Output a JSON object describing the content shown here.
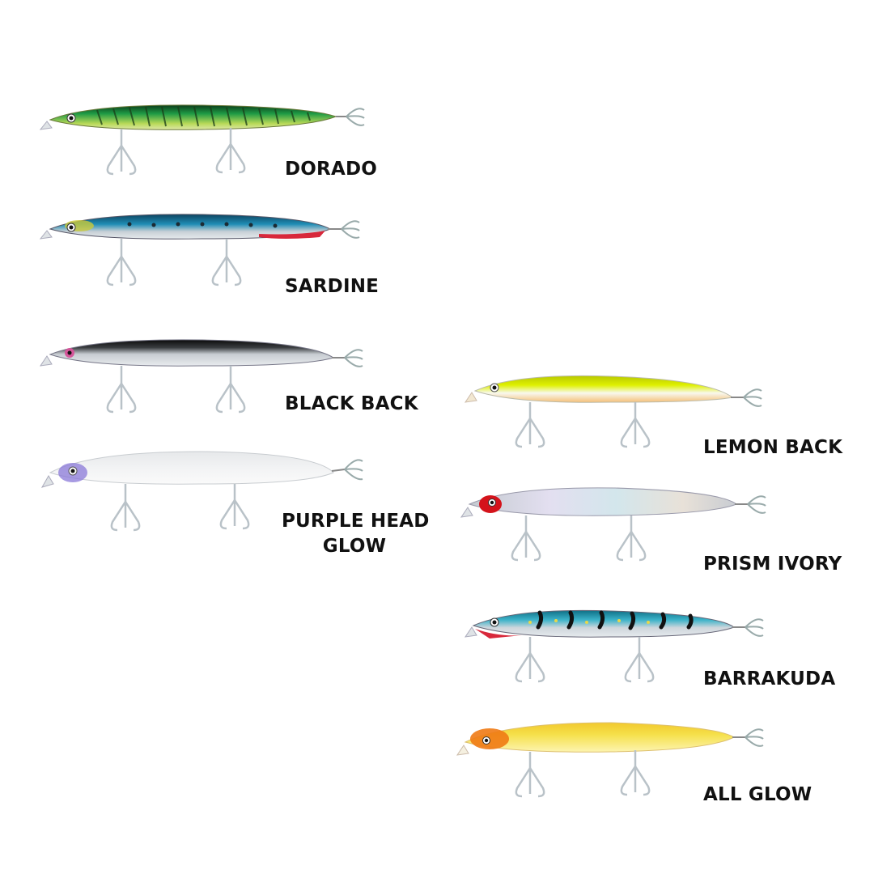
{
  "lures": [
    {
      "name": "DORADO",
      "back_color": "#1e9a45",
      "belly_color": "#c8e06a",
      "head_color": "#5cb34d",
      "pattern": "tiger-stripes"
    },
    {
      "name": "SARDINE",
      "back_color": "#1f8db5",
      "belly_color": "#d8dde2",
      "head_color": "#c9c93a",
      "pattern": "spots"
    },
    {
      "name": "BLACK BACK",
      "back_color": "#1a1a1a",
      "belly_color": "#d5d8dc",
      "head_color": "#d4569a",
      "pattern": "none"
    },
    {
      "name_lines": [
        "PURPLE HEAD",
        "GLOW"
      ],
      "back_color": "#eef0f2",
      "belly_color": "#f7f8f9",
      "head_color": "#8a78d8",
      "pattern": "none"
    },
    {
      "name": "LEMON BACK",
      "back_color": "#dff000",
      "belly_color": "#f4f4ef",
      "head_color": "#dff000",
      "pattern": "none"
    },
    {
      "name": "PRISM IVORY",
      "back_color": "#b9bfc6",
      "belly_color": "#dde1e5",
      "head_color": "#d4131b",
      "pattern": "prism"
    },
    {
      "name": "BARRAKUDA",
      "back_color": "#3bb2c8",
      "belly_color": "#d5dbe0",
      "head_color": "#3bb2c8",
      "pattern": "bars"
    },
    {
      "name": "ALL GLOW",
      "back_color": "#f5e04a",
      "belly_color": "#fdf3a0",
      "head_color": "#f07a14",
      "pattern": "none"
    }
  ]
}
